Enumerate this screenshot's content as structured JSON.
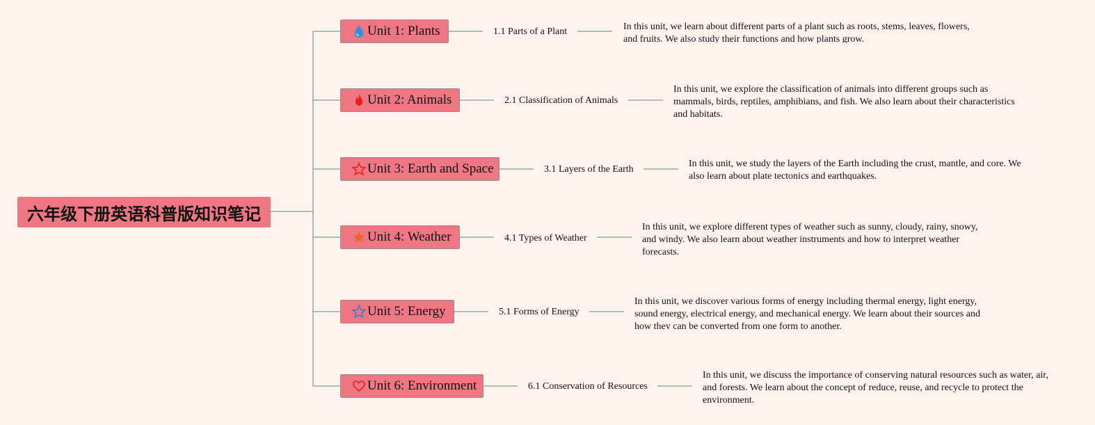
{
  "root": {
    "title": "六年级下册英语科普版知识笔记"
  },
  "colors": {
    "background": "#fff3ee",
    "node_fill": "#ee7783",
    "connector": "#5a8a7a"
  },
  "units": [
    {
      "label": "Unit 1: Plants",
      "icon": "water-drop-icon",
      "subtopic": "1.1 Parts of a Plant",
      "description": "In this unit, we learn about different parts of a plant such as roots, stems, leaves, flowers, and fruits. We also study their functions and how plants grow."
    },
    {
      "label": "Unit 2: Animals",
      "icon": "flame-icon",
      "subtopic": "2.1 Classification of Animals",
      "description": "In this unit, we explore the classification of animals into different groups such as mammals, birds, reptiles, amphibians, and fish. We also learn about their characteristics and habitats."
    },
    {
      "label": "Unit 3: Earth and Space",
      "icon": "star-outline-red-icon",
      "subtopic": "3.1 Layers of the Earth",
      "description": "In this unit, we study the layers of the Earth including the crust, mantle, and core. We also learn about plate tectonics and earthquakes."
    },
    {
      "label": "Unit 4: Weather",
      "icon": "star-filled-orange-icon",
      "subtopic": "4.1 Types of Weather",
      "description": "In this unit, we explore different types of weather such as sunny, cloudy, rainy, snowy, and windy. We also learn about weather instruments and how to interpret weather forecasts."
    },
    {
      "label": "Unit 5: Energy",
      "icon": "star-outline-blue-icon",
      "subtopic": "5.1 Forms of Energy",
      "description": "In this unit, we discover various forms of energy including thermal energy, light energy, sound energy, electrical energy, and mechanical energy. We learn about their sources and how they can be converted from one form to another."
    },
    {
      "label": "Unit 6: Environment",
      "icon": "heart-icon",
      "subtopic": "6.1 Conservation of Resources",
      "description": "In this unit, we discuss the importance of conserving natural resources such as water, air, and forests. We learn about the concept of reduce, reuse, and recycle to protect the environment."
    }
  ]
}
